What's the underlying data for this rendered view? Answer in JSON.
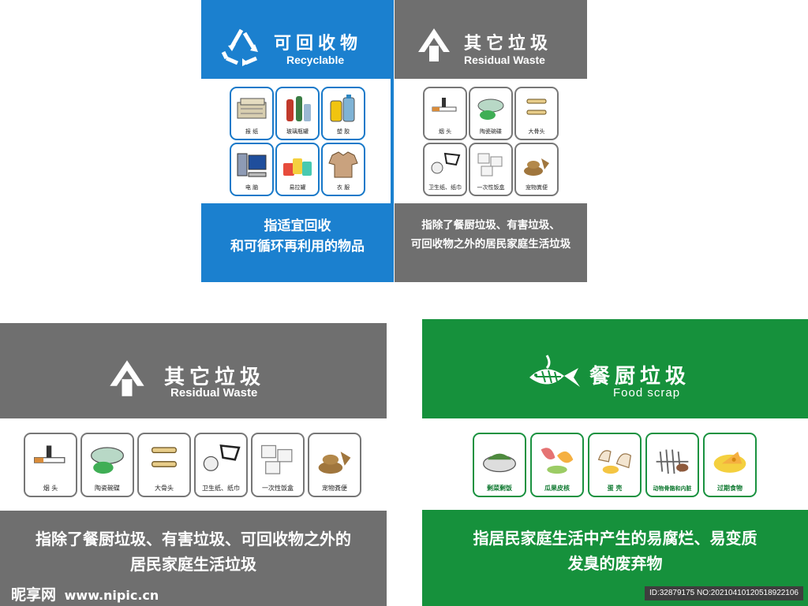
{
  "colors": {
    "blue": "#1b80cf",
    "gray": "#6f6f6f",
    "green": "#16913c"
  },
  "recyclable": {
    "title_cn": "可回收物",
    "title_en": "Recyclable",
    "items": [
      "报 纸",
      "玻璃瓶罐",
      "塑 胶",
      "电 脑",
      "易拉罐",
      "衣 服"
    ],
    "desc_line1": "指适宜回收",
    "desc_line2": "和可循环再利用的物品"
  },
  "residual_small": {
    "title_cn": "其它垃圾",
    "title_en": "Residual Waste",
    "items": [
      "烟 头",
      "陶瓷碗碟",
      "大骨头",
      "卫生纸、纸巾",
      "一次性饭盒",
      "宠物粪便"
    ],
    "desc_line1": "指除了餐厨垃圾、有害垃圾、",
    "desc_line2": "可回收物之外的居民家庭生活垃圾"
  },
  "residual_large": {
    "title_cn": "其它垃圾",
    "title_en": "Residual Waste",
    "items": [
      "烟 头",
      "陶瓷碗碟",
      "大骨头",
      "卫生纸、纸巾",
      "一次性饭盒",
      "宠物粪便"
    ],
    "desc_line1": "指除了餐厨垃圾、有害垃圾、可回收物之外的",
    "desc_line2": "居民家庭生活垃圾"
  },
  "food": {
    "title_cn": "餐厨垃圾",
    "title_en": "Food scrap",
    "items": [
      "剩菜剩饭",
      "瓜果皮核",
      "蛋 壳",
      "动物骨骼和内脏",
      "过期食物"
    ],
    "desc_line1": "指居民家庭生活中产生的易腐烂、易变质",
    "desc_line2": "发臭的废弃物"
  },
  "watermark": {
    "logo_text": "昵享网",
    "site": "www.nipic.cn",
    "id_text": "ID:32879175 NO:20210410120518922106"
  },
  "icons": {
    "recycle": "recycle-triangle-icon",
    "residual": "residual-arrow-icon",
    "food": "fish-bone-icon"
  }
}
